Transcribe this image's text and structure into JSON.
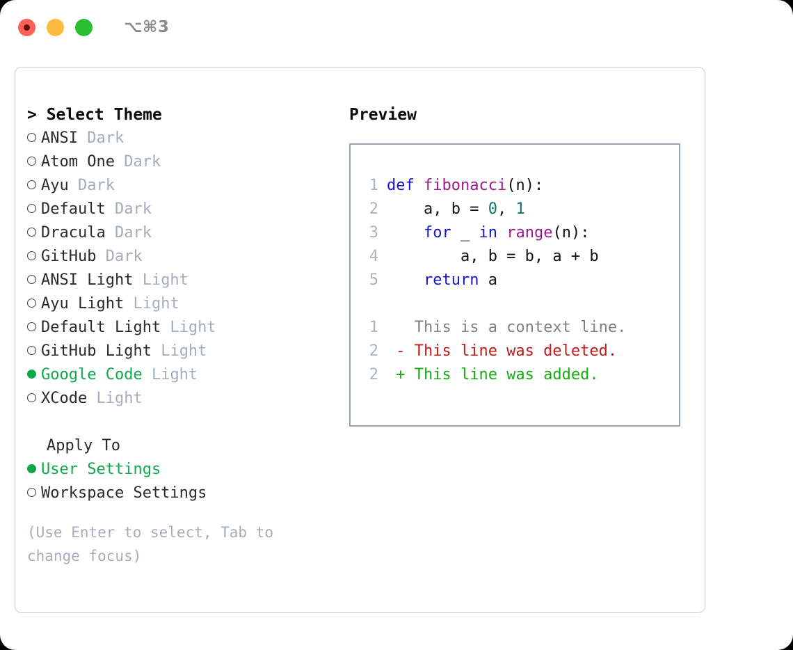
{
  "titlebar": {
    "traffic_lights": [
      {
        "name": "close",
        "color": "#fc6058"
      },
      {
        "name": "minimize",
        "color": "#fdbc40"
      },
      {
        "name": "maximize",
        "color": "#2ac034"
      }
    ],
    "shortcut": "⌥⌘3"
  },
  "theme_picker": {
    "heading": "> Select Theme",
    "options": [
      {
        "marker": "○",
        "name": "ANSI",
        "kind": "Dark",
        "selected": false
      },
      {
        "marker": "○",
        "name": "Atom One",
        "kind": "Dark",
        "selected": false
      },
      {
        "marker": "○",
        "name": "Ayu",
        "kind": "Dark",
        "selected": false
      },
      {
        "marker": "○",
        "name": "Default",
        "kind": "Dark",
        "selected": false
      },
      {
        "marker": "○",
        "name": "Dracula",
        "kind": "Dark",
        "selected": false
      },
      {
        "marker": "○",
        "name": "GitHub",
        "kind": "Dark",
        "selected": false
      },
      {
        "marker": "○",
        "name": "ANSI Light",
        "kind": "Light",
        "selected": false
      },
      {
        "marker": "○",
        "name": "Ayu Light",
        "kind": "Light",
        "selected": false
      },
      {
        "marker": "○",
        "name": "Default Light",
        "kind": "Light",
        "selected": false
      },
      {
        "marker": "○",
        "name": "GitHub Light",
        "kind": "Light",
        "selected": false
      },
      {
        "marker": "●",
        "name": "Google Code",
        "kind": "Light",
        "selected": true
      },
      {
        "marker": "○",
        "name": "XCode",
        "kind": "Light",
        "selected": false
      }
    ]
  },
  "apply_to": {
    "heading": "Apply To",
    "options": [
      {
        "marker": "●",
        "name": "User Settings",
        "selected": true
      },
      {
        "marker": "○",
        "name": "Workspace Settings",
        "selected": false
      }
    ]
  },
  "hint": "(Use Enter to select, Tab to change focus)",
  "preview": {
    "heading": "Preview",
    "code": [
      {
        "lineno": "1",
        "tokens": [
          {
            "t": "def ",
            "c": "kw"
          },
          {
            "t": "fibonacci",
            "c": "fn"
          },
          {
            "t": "(n):",
            "c": "plain"
          }
        ]
      },
      {
        "lineno": "2",
        "tokens": [
          {
            "t": "    a, b = ",
            "c": "plain"
          },
          {
            "t": "0",
            "c": "num"
          },
          {
            "t": ", ",
            "c": "plain"
          },
          {
            "t": "1",
            "c": "num"
          }
        ]
      },
      {
        "lineno": "3",
        "tokens": [
          {
            "t": "    ",
            "c": "plain"
          },
          {
            "t": "for",
            "c": "kw"
          },
          {
            "t": " _ ",
            "c": "plain"
          },
          {
            "t": "in",
            "c": "kw"
          },
          {
            "t": " ",
            "c": "plain"
          },
          {
            "t": "range",
            "c": "fn"
          },
          {
            "t": "(n):",
            "c": "plain"
          }
        ]
      },
      {
        "lineno": "4",
        "tokens": [
          {
            "t": "        a, b = b, a + b",
            "c": "plain"
          }
        ]
      },
      {
        "lineno": "5",
        "tokens": [
          {
            "t": "    ",
            "c": "plain"
          },
          {
            "t": "return",
            "c": "kw"
          },
          {
            "t": " a",
            "c": "plain"
          }
        ]
      }
    ],
    "diff": [
      {
        "lineno": "1",
        "tokens": [
          {
            "t": "   This is a context line.",
            "c": "ctx"
          }
        ]
      },
      {
        "lineno": "2",
        "tokens": [
          {
            "t": " - This line was deleted.",
            "c": "del"
          }
        ]
      },
      {
        "lineno": "2",
        "tokens": [
          {
            "t": " + This line was added.",
            "c": "add"
          }
        ]
      }
    ]
  },
  "colors": {
    "accent_green": "#0fa84a",
    "muted": "#a4adbb",
    "keyword": "#1414c8",
    "function": "#9c1a8c",
    "number": "#0b7173",
    "diff_deleted": "#c41a16",
    "diff_added": "#13ad13",
    "border": "#c4ccd6",
    "preview_border": "#9aa5b4"
  }
}
